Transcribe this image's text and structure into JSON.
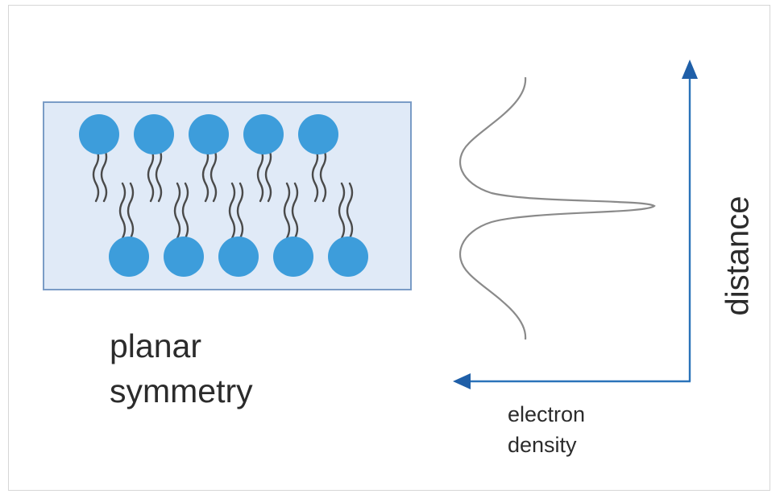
{
  "labels": {
    "symmetry_line1": "planar",
    "symmetry_line2": "symmetry",
    "x_axis_line1": "electron",
    "x_axis_line2": "density",
    "y_axis": "distance"
  },
  "colors": {
    "lipid_head": "#3d9ddb",
    "membrane_fill": "#e0eaf7",
    "membrane_border": "#7a9cc6",
    "axis": "#2a73b9",
    "tail": "#4a4a4a",
    "profile_curve": "#8a8a8a",
    "text": "#2b2b2b"
  },
  "bilayer": {
    "top_leaflet_count": 5,
    "bottom_leaflet_count": 5
  }
}
